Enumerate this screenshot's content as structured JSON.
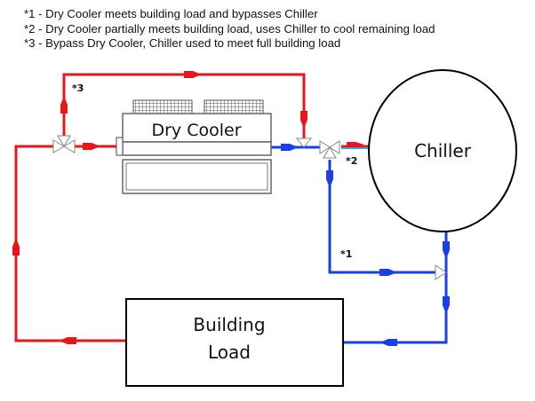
{
  "notes": [
    "*1 - Dry Cooler meets building load and bypasses Chiller",
    "*2 - Dry Cooler partially meets building load, uses Chiller to cool remaining load",
    "*3 - Bypass Dry Cooler, Chiller used to meet full building load"
  ],
  "components": {
    "dry_cooler": "Dry Cooler",
    "chiller": "Chiller",
    "building_load_line1": "Building",
    "building_load_line2": "Load"
  },
  "markers": {
    "m1": "*1",
    "m2": "*2",
    "m3": "*3"
  },
  "colors": {
    "hot": "#e8161c",
    "cold": "#1a3fe8",
    "mixed": "#39a0e8",
    "valve": "#888888",
    "outline": "#000000"
  }
}
